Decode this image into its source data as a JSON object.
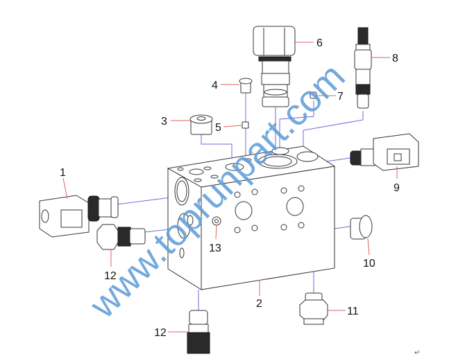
{
  "diagram": {
    "labels": {
      "p1": "1",
      "p2": "2",
      "p3": "3",
      "p4": "4",
      "p5": "5",
      "p6": "6",
      "p7": "7",
      "p8": "8",
      "p9": "9",
      "p10": "10",
      "p11": "11",
      "p12a": "12",
      "p12b": "12",
      "p13": "13"
    },
    "watermark": "www.toprunpart.com",
    "return_mark": "↵",
    "colors": {
      "leader": "#e06060",
      "axis": "#6a6ae0",
      "watermark": "#5b9bd5"
    }
  }
}
